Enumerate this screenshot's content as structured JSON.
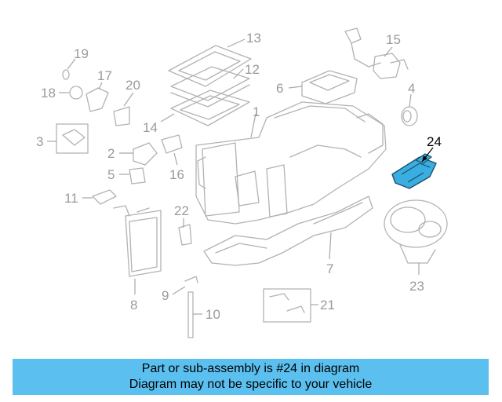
{
  "callouts": {
    "c1": "1",
    "c2": "2",
    "c3": "3",
    "c4": "4",
    "c5": "5",
    "c6": "6",
    "c7": "7",
    "c8": "8",
    "c9": "9",
    "c10": "10",
    "c11": "11",
    "c12": "12",
    "c13": "13",
    "c14": "14",
    "c15": "15",
    "c16": "16",
    "c17": "17",
    "c18": "18",
    "c19": "19",
    "c20": "20",
    "c21": "21",
    "c22": "22",
    "c23": "23",
    "c24": "24"
  },
  "highlight": {
    "part": "24",
    "color": "#3aaee0"
  },
  "banner": {
    "line1": "Part or sub-assembly is #24 in diagram",
    "line2": "Diagram may not be specific to your vehicle",
    "color": "#5bc0ef"
  }
}
